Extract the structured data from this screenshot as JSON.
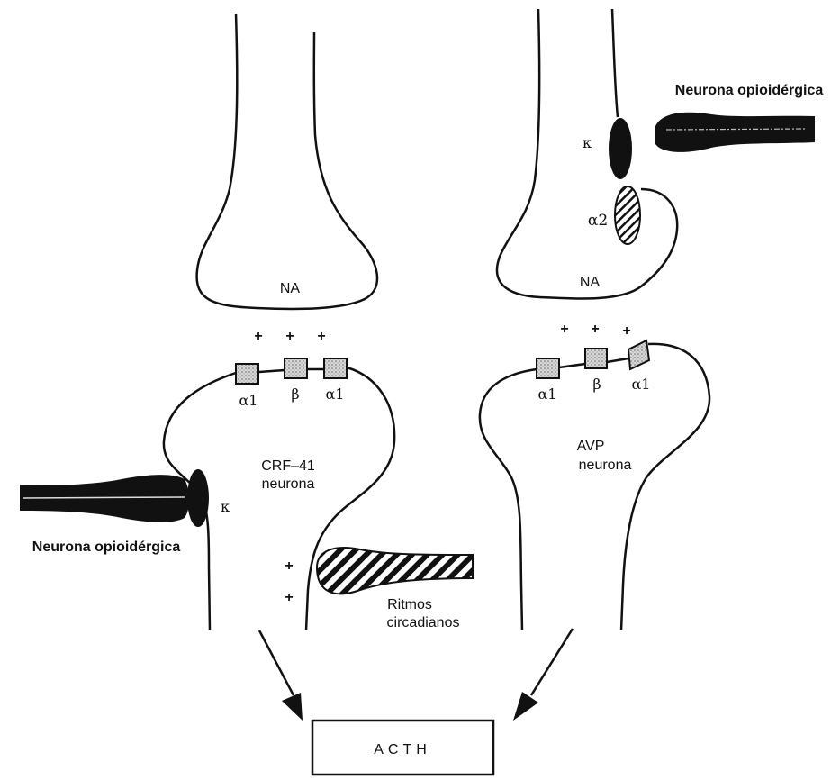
{
  "diagram": {
    "left_terminal_label": "NA",
    "right_terminal_label": "NA",
    "plus_sign": "+",
    "left_receptors": [
      "α1",
      "β",
      "α1"
    ],
    "right_receptors": [
      "α1",
      "β",
      "α1"
    ],
    "left_neuron_label_line1": "CRF–41",
    "left_neuron_label_line2": "neurona",
    "right_neuron_label_line1": "AVP",
    "right_neuron_label_line2": "neurona",
    "kappa": "κ",
    "alpha2": "α2",
    "opioid_neuron_label": "Neurona opioidérgica",
    "circadian_label_line1": "Ritmos",
    "circadian_label_line2": "circadianos",
    "output_box": "ACTH"
  }
}
